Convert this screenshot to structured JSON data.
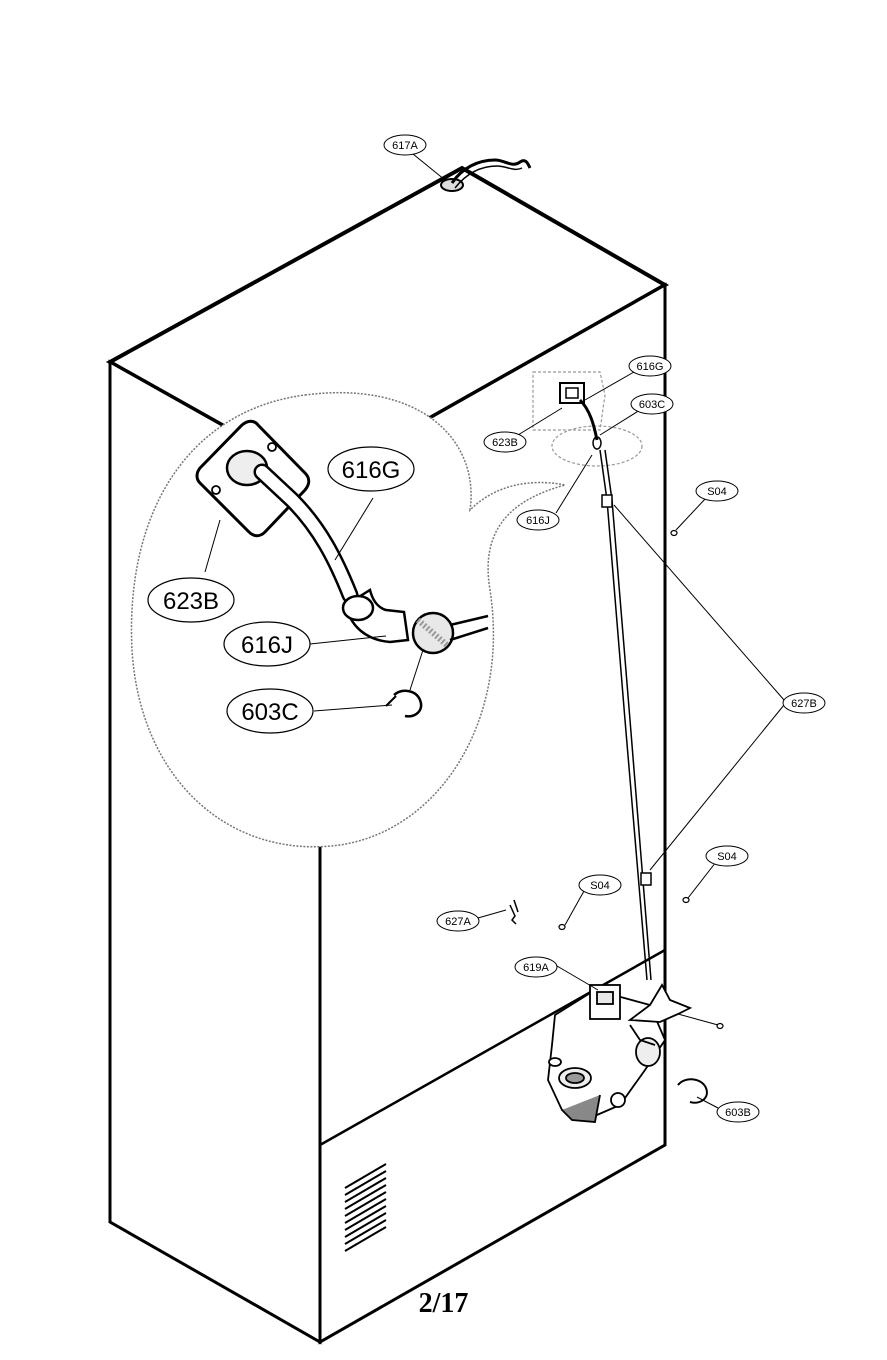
{
  "labels": {
    "l617A": "617A",
    "l616G_small": "616G",
    "l603C_small": "603C",
    "l623B_small": "623B",
    "l616J_small": "616J",
    "l604_top": "S04",
    "l627B": "627B",
    "l604_mid": "S04",
    "l604_left": "S04",
    "l627A": "627A",
    "l619A": "619A",
    "l603B": "603B",
    "l616G_big": "616G",
    "l623B_big": "623B",
    "l616J_big": "616J",
    "l603C_big": "603C"
  },
  "page_number": "2/17"
}
